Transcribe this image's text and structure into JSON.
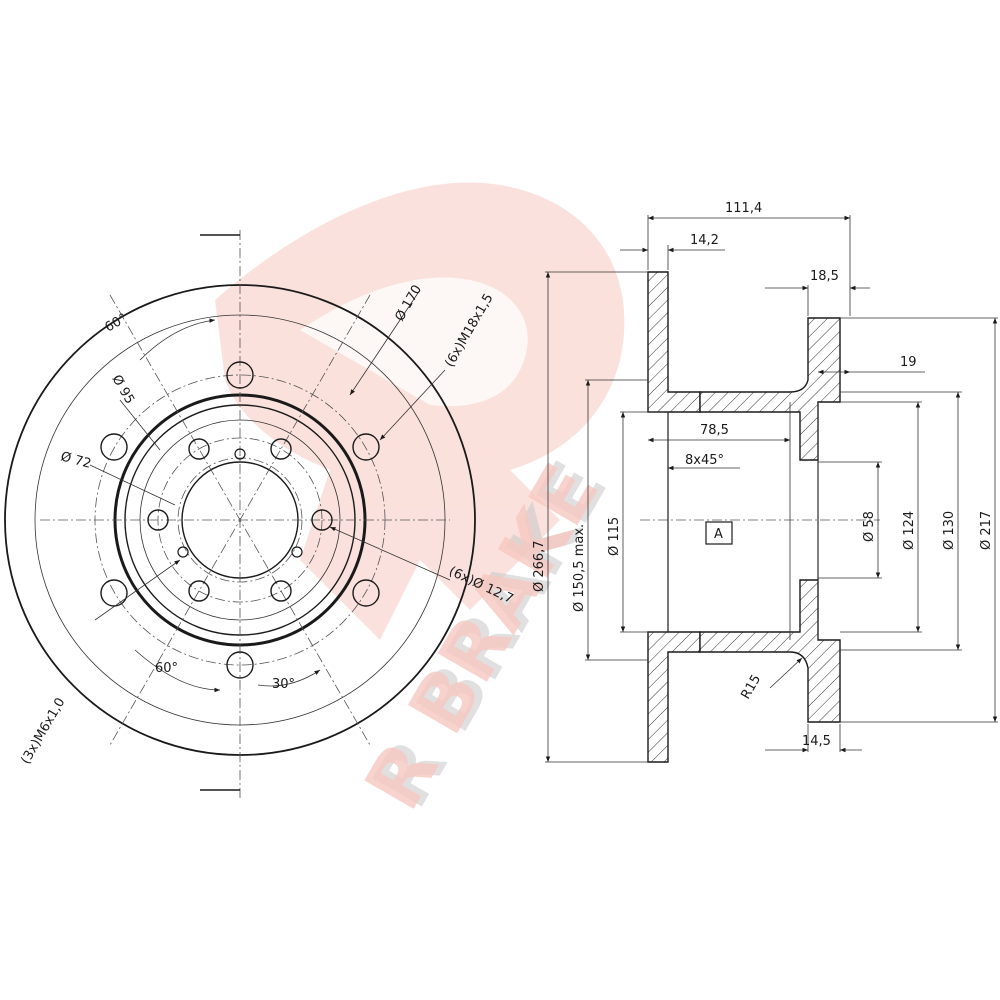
{
  "watermark": {
    "brand": "R BRAKE",
    "colors": {
      "primary": "#f7c9c1",
      "shadow": "#c8c8c8"
    }
  },
  "front_view": {
    "dims": {
      "pcd_170": "Ø 170",
      "bolt_thread": "(6x)M18x1,5",
      "angle_top": "60°",
      "pcd_95": "Ø 95",
      "pcd_72": "Ø 72",
      "holes_127": "(6x)Ø 12,7",
      "angle_bottom": "60°",
      "angle_30": "30°",
      "screw_thread": "(3x)M6x1,0"
    }
  },
  "section_view": {
    "dims": {
      "total_height": "111,4",
      "disc_thickness": "14,2",
      "hub_flange": "18,5",
      "flange_offset": "19",
      "depth_785": "78,5",
      "chamfer": "8x45°",
      "outer_diameter": "Ø 266,7",
      "min_thickness_dia": "Ø 150,5 max.",
      "dia_115": "Ø 115",
      "datum": "A",
      "dia_58": "Ø 58",
      "dia_124": "Ø 124",
      "dia_130": "Ø 130",
      "dia_217": "Ø 217",
      "radius": "R15",
      "bottom_width": "14,5"
    }
  }
}
